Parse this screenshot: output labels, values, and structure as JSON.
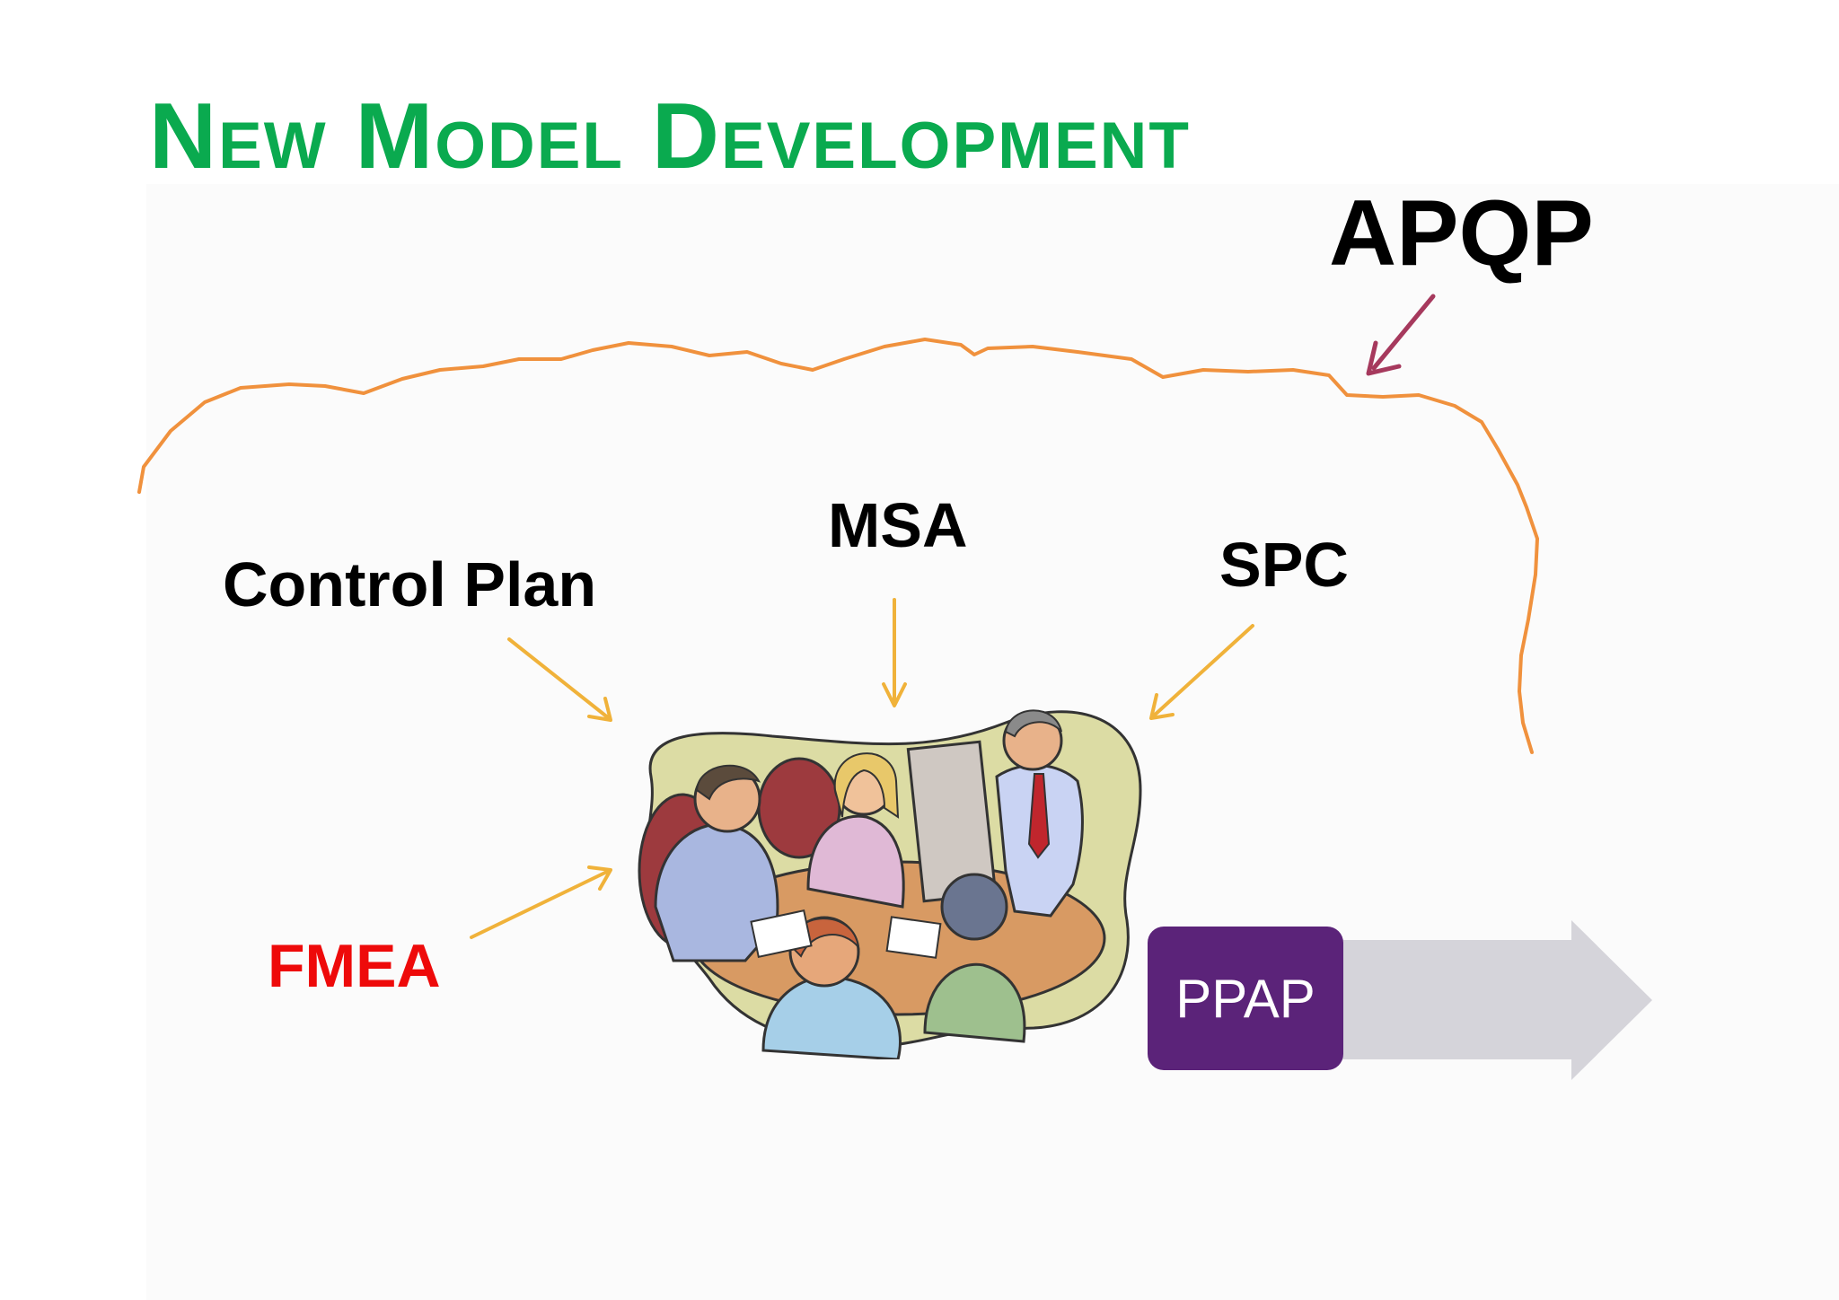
{
  "title": "New Model Development",
  "labels": {
    "apqp": "APQP",
    "msa": "MSA",
    "control_plan": "Control Plan",
    "spc": "SPC",
    "fmea": "FMEA",
    "ppap": "PPAP"
  },
  "colors": {
    "title": "#0aaa4f",
    "text": "#000000",
    "fmea": "#ee0a0a",
    "squiggle": "#f0913d",
    "apqp_arrow": "#a6395d",
    "input_arrows": "#f0b23a",
    "ppap_box": "#5b2379",
    "ppap_arrow": "#d5d4da"
  },
  "icons": {
    "meeting": "meeting-clipart"
  }
}
